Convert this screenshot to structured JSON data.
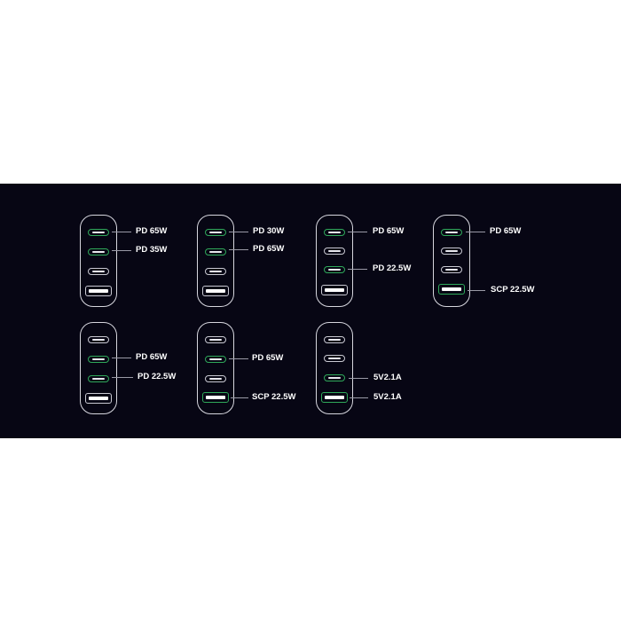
{
  "background": {
    "page": "#ffffff",
    "band": "#070614"
  },
  "colors": {
    "active_port": "#2fa85a",
    "inactive_port": "#c9c9d2",
    "outline": "#d6d6de",
    "label": "#ffffff"
  },
  "configurations": [
    {
      "id": 1,
      "ports": [
        {
          "type": "usb-c",
          "active": true,
          "label": "PD 65W"
        },
        {
          "type": "usb-c",
          "active": true,
          "label": "PD 35W"
        },
        {
          "type": "usb-c",
          "active": false,
          "label": ""
        },
        {
          "type": "usb-a",
          "active": false,
          "label": ""
        }
      ]
    },
    {
      "id": 2,
      "ports": [
        {
          "type": "usb-c",
          "active": true,
          "label": "PD 30W"
        },
        {
          "type": "usb-c",
          "active": true,
          "label": "PD 65W"
        },
        {
          "type": "usb-c",
          "active": false,
          "label": ""
        },
        {
          "type": "usb-a",
          "active": false,
          "label": ""
        }
      ]
    },
    {
      "id": 3,
      "ports": [
        {
          "type": "usb-c",
          "active": true,
          "label": "PD 65W"
        },
        {
          "type": "usb-c",
          "active": false,
          "label": ""
        },
        {
          "type": "usb-c",
          "active": true,
          "label": "PD 22.5W"
        },
        {
          "type": "usb-a",
          "active": false,
          "label": ""
        }
      ]
    },
    {
      "id": 4,
      "ports": [
        {
          "type": "usb-c",
          "active": true,
          "label": "PD 65W"
        },
        {
          "type": "usb-c",
          "active": false,
          "label": ""
        },
        {
          "type": "usb-c",
          "active": false,
          "label": ""
        },
        {
          "type": "usb-a",
          "active": true,
          "label": "SCP 22.5W"
        }
      ]
    },
    {
      "id": 5,
      "ports": [
        {
          "type": "usb-c",
          "active": false,
          "label": ""
        },
        {
          "type": "usb-c",
          "active": true,
          "label": "PD 65W"
        },
        {
          "type": "usb-c",
          "active": true,
          "label": "PD 22.5W"
        },
        {
          "type": "usb-a",
          "active": false,
          "label": ""
        }
      ]
    },
    {
      "id": 6,
      "ports": [
        {
          "type": "usb-c",
          "active": false,
          "label": ""
        },
        {
          "type": "usb-c",
          "active": true,
          "label": "PD 65W"
        },
        {
          "type": "usb-c",
          "active": false,
          "label": ""
        },
        {
          "type": "usb-a",
          "active": true,
          "label": "SCP 22.5W"
        }
      ]
    },
    {
      "id": 7,
      "ports": [
        {
          "type": "usb-c",
          "active": false,
          "label": ""
        },
        {
          "type": "usb-c",
          "active": false,
          "label": ""
        },
        {
          "type": "usb-c",
          "active": true,
          "label": "5V2.1A"
        },
        {
          "type": "usb-a",
          "active": true,
          "label": "5V2.1A"
        }
      ]
    }
  ]
}
